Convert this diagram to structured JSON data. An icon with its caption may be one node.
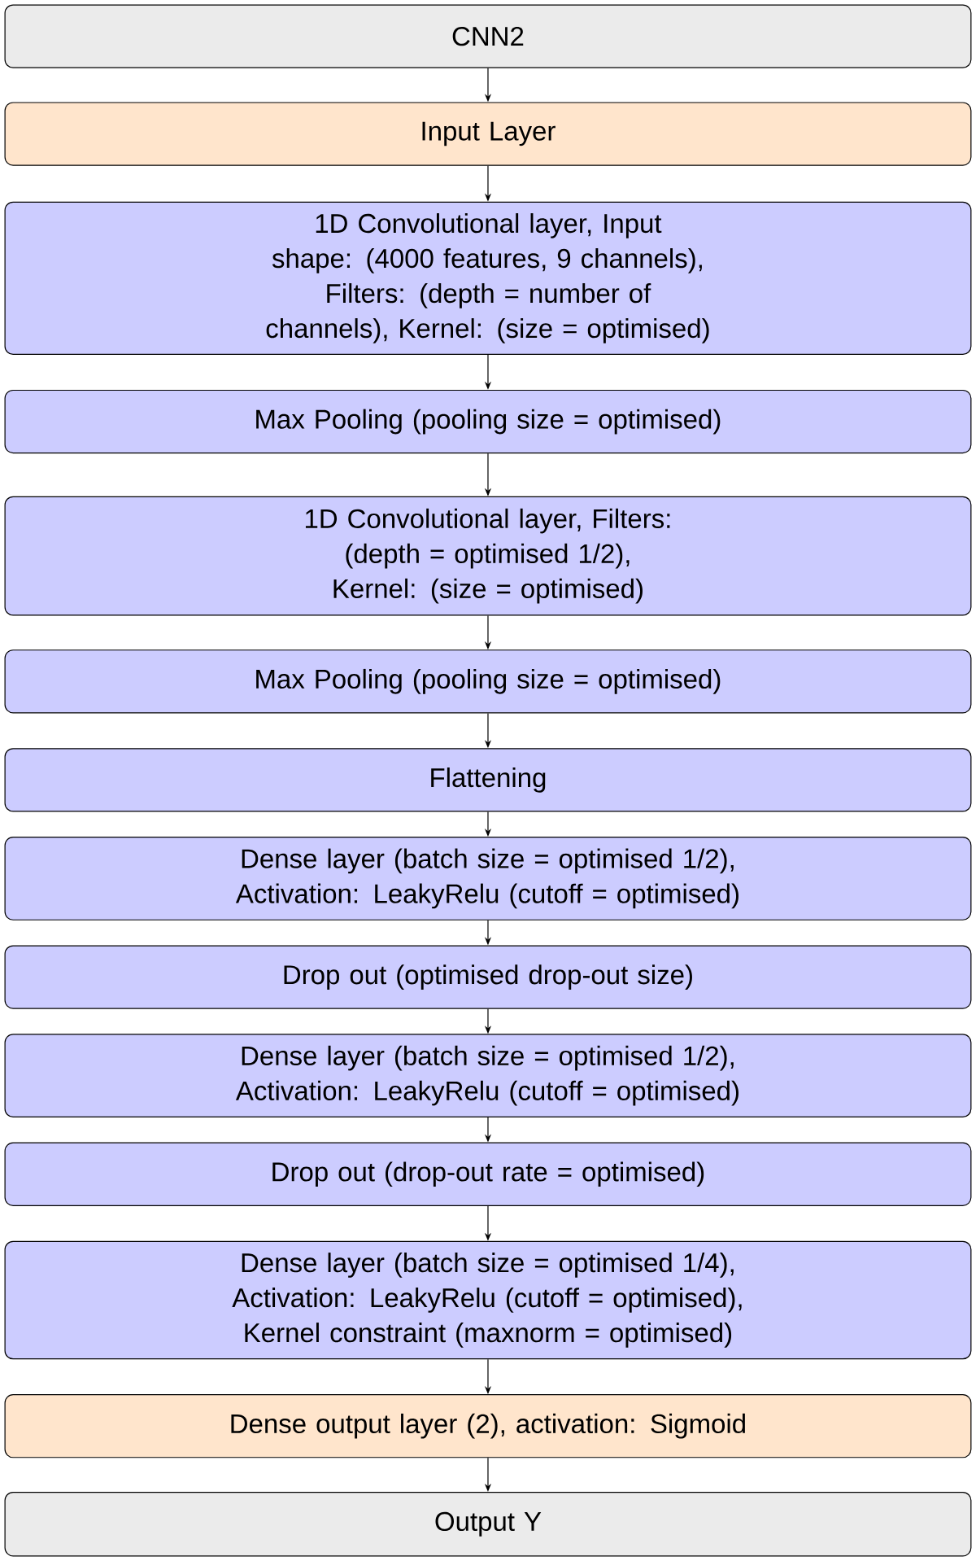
{
  "diagram": {
    "nodes": [
      {
        "text": [
          "CNN2"
        ]
      },
      {
        "text": [
          "Input Layer"
        ]
      },
      {
        "text": [
          "1D Convolutional layer, Input shape: (4000 features, 9 channels), Filters: (depth = number of channels), Kernel: (size = optimised)"
        ]
      },
      {
        "text": [
          "Max Pooling (pooling size = optimised)"
        ]
      },
      {
        "text": [
          "1D Convolutional layer, Filters: (depth = optimised 1/2), Kernel: (size = optimised)"
        ]
      },
      {
        "text": [
          "Max Pooling (pooling size = optimised)"
        ]
      },
      {
        "text": [
          "Flattening"
        ]
      },
      {
        "text": [
          "Dense layer (batch size = optimised 1/2), Activation: LeakyRelu (cutoff = optimised)"
        ]
      },
      {
        "text": [
          "Drop out (optimised drop-out size)"
        ]
      },
      {
        "text": [
          "Dense layer (batch size = optimised 1/2), Activation: LeakyRelu (cutoff = optimised)"
        ]
      },
      {
        "text": [
          "Drop out (drop-out rate = optimised)"
        ]
      },
      {
        "text": [
          "Dense layer (batch size = optimised 1/4), Activation: LeakyRelu (cutoff = optimised), Kernel constraint (maxnorm = optimised)"
        ]
      },
      {
        "text": [
          "Dense output layer (2), activation: Sigmoid"
        ]
      },
      {
        "text": [
          "Output Y"
        ]
      }
    ],
    "edges": [
      {
        "from": 0,
        "to": 1,
        "arrow": "to"
      },
      {
        "from": 1,
        "to": 2,
        "arrow": "to"
      },
      {
        "from": 2,
        "to": 3,
        "arrow": "to"
      },
      {
        "from": 3,
        "to": 4,
        "arrow": "to"
      },
      {
        "from": 4,
        "to": 5,
        "arrow": "to"
      },
      {
        "from": 5,
        "to": 6,
        "arrow": "to"
      },
      {
        "from": 6,
        "to": 7,
        "arrow": "to"
      },
      {
        "from": 7,
        "to": 8,
        "arrow": "to"
      },
      {
        "from": 8,
        "to": 9,
        "arrow": "to"
      },
      {
        "from": 9,
        "to": 10,
        "arrow": "to"
      },
      {
        "from": 10,
        "to": 11,
        "arrow": "to"
      },
      {
        "from": 11,
        "to": 12,
        "arrow": "to"
      },
      {
        "from": 12,
        "to": 13,
        "arrow": "to"
      }
    ]
  }
}
